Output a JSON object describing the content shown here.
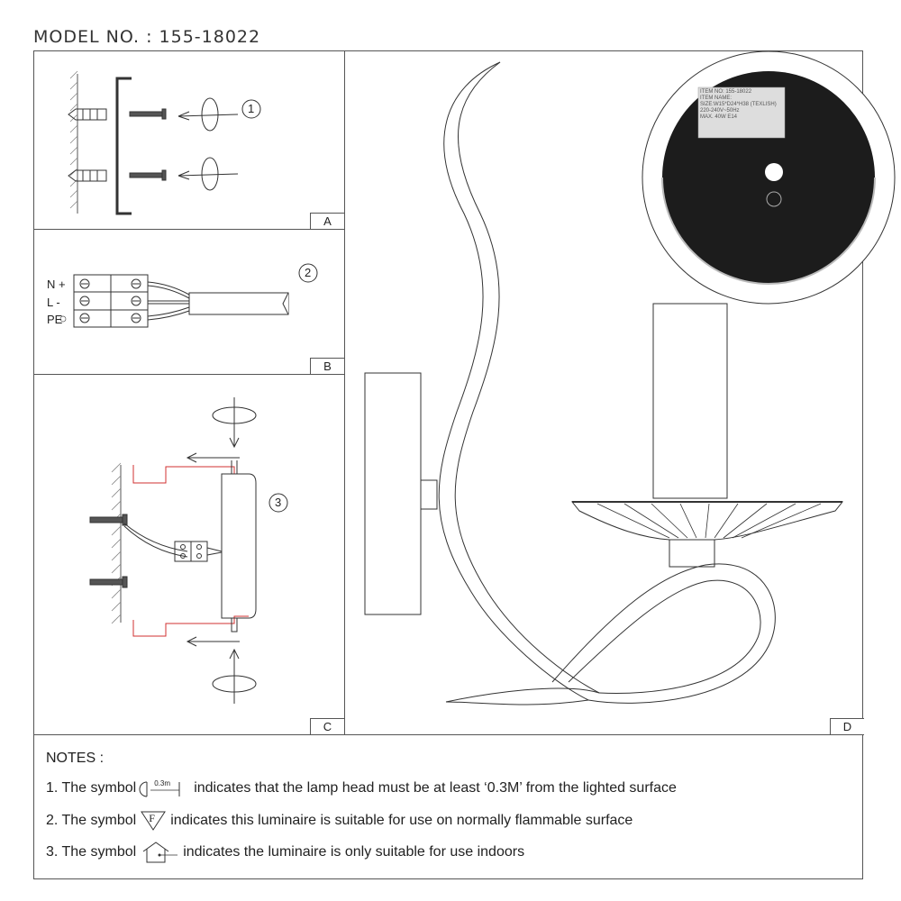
{
  "header": {
    "model": "MODEL NO. : 155-18022"
  },
  "panels": {
    "a": {
      "tag": "A",
      "step": "1"
    },
    "b": {
      "tag": "B",
      "step": "2",
      "terminals": [
        "N +",
        "L -",
        "PE"
      ]
    },
    "c": {
      "tag": "C",
      "step": "3"
    },
    "d": {
      "tag": "D",
      "label_lines": [
        "ITEM NO: 155-18022",
        "ITEM NAME:",
        "SIZE:W15*D24*H38 (TEXLISH)",
        "220-240V~50Hz",
        "MAX. 40W E14"
      ]
    }
  },
  "notes": {
    "title": "NOTES :",
    "items": [
      {
        "prefix": "1. The symbol",
        "symbol": "distance-0.3m-icon",
        "symbol_text": "0.3m",
        "text": "indicates that the lamp head must be at least ‘0.3M’ from the lighted surface"
      },
      {
        "prefix": "2. The symbol",
        "symbol": "flammable-surface-icon",
        "symbol_text": "F",
        "text": "indicates this luminaire is suitable for use on normally flammable surface"
      },
      {
        "prefix": "3. The symbol",
        "symbol": "indoor-house-icon",
        "symbol_text": "",
        "text": "indicates the luminaire is only suitable for use indoors"
      }
    ]
  }
}
